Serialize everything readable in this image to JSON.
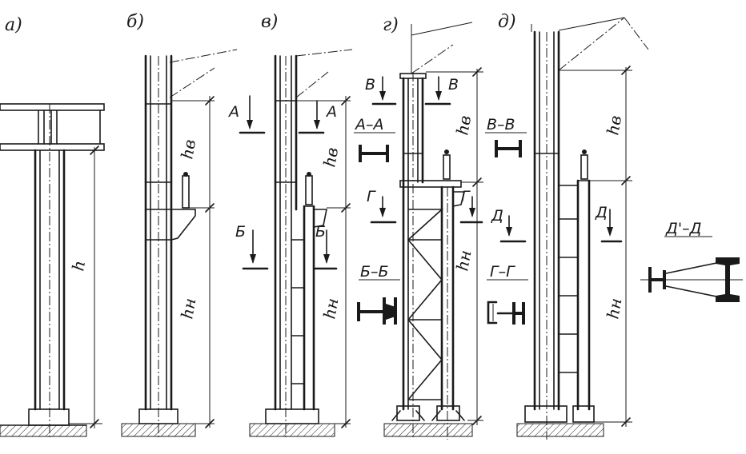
{
  "variants": [
    {
      "label": "а)",
      "dims": [
        "h"
      ]
    },
    {
      "label": "б)",
      "dims": [
        "hв",
        "hн"
      ]
    },
    {
      "label": "в)",
      "dims": [
        "hв",
        "hн"
      ],
      "section_marks": [
        "А",
        "А",
        "Б",
        "Б"
      ]
    },
    {
      "label": "г)",
      "dims": [
        "hв",
        "hн"
      ],
      "section_marks": [
        "В",
        "В",
        "Г",
        "Г"
      ]
    },
    {
      "label": "д)",
      "dims": [
        "hв",
        "hн"
      ],
      "section_marks": [
        "Д",
        "Д"
      ]
    }
  ],
  "section_titles": [
    "А–А",
    "Б–Б",
    "В–В",
    "Г–Г",
    "Д'–Д"
  ]
}
